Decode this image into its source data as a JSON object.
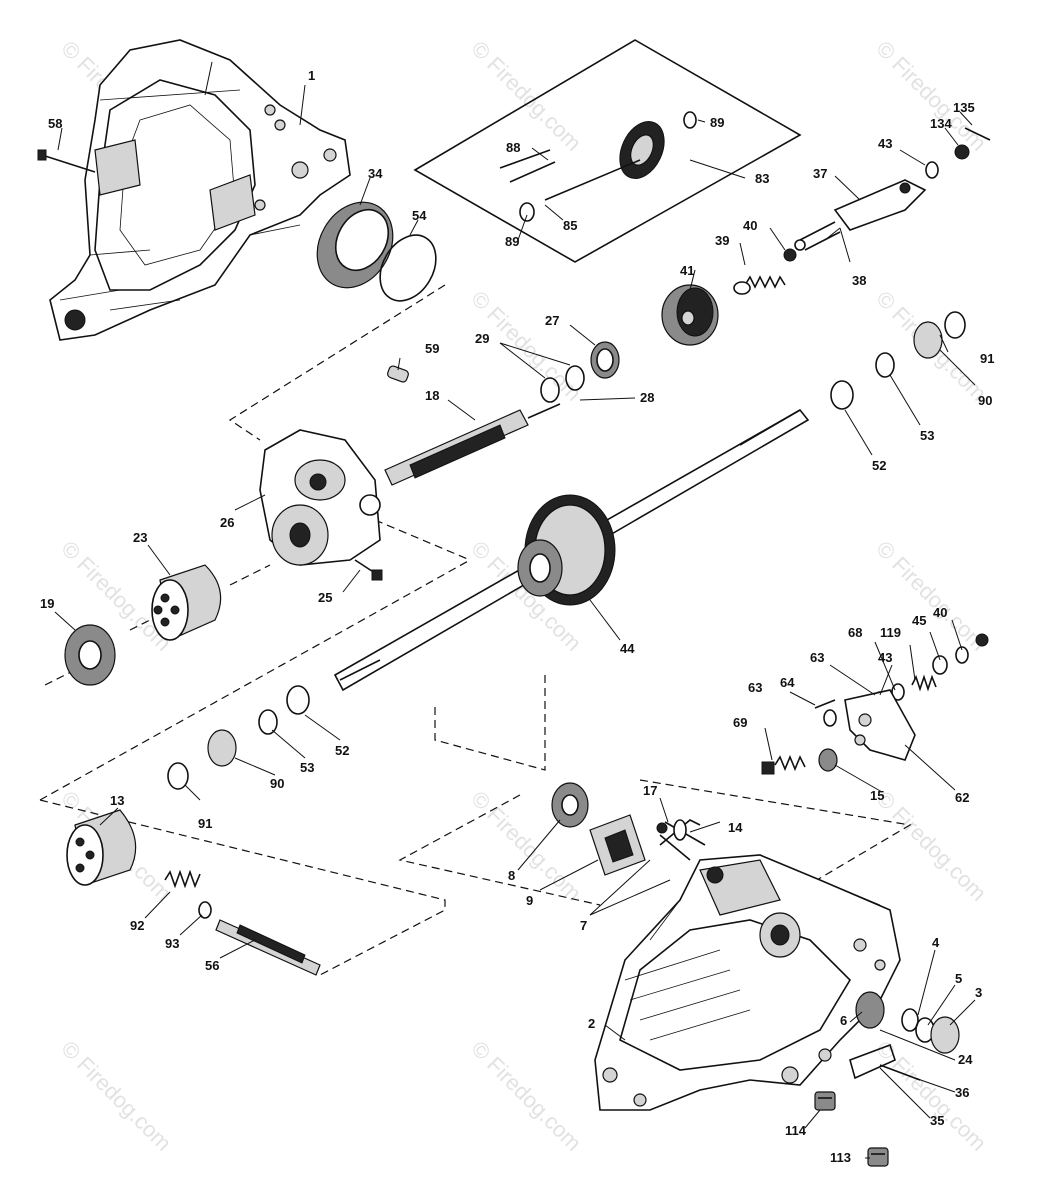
{
  "watermark": "© Firedog.com",
  "callouts": [
    "1",
    "2",
    "3",
    "4",
    "5",
    "6",
    "7",
    "8",
    "9",
    "13",
    "14",
    "15",
    "17",
    "18",
    "19",
    "23",
    "24",
    "25",
    "26",
    "27",
    "28",
    "29",
    "34",
    "35",
    "36",
    "37",
    "38",
    "39",
    "40",
    "41",
    "43",
    "44",
    "45",
    "52",
    "53",
    "54",
    "56",
    "58",
    "59",
    "62",
    "63",
    "64",
    "68",
    "69",
    "83",
    "85",
    "88",
    "89",
    "90",
    "91",
    "92",
    "93",
    "113",
    "114",
    "119",
    "134",
    "135"
  ]
}
